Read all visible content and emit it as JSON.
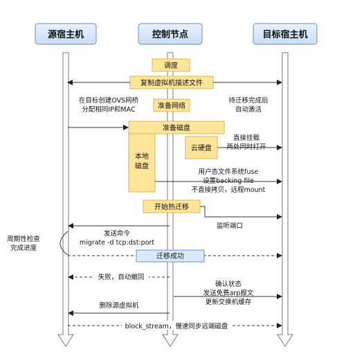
{
  "lanes": {
    "source": "源宿主机",
    "control": "控制节点",
    "target": "目标宿主机"
  },
  "steps": {
    "schedule": "调度",
    "copy_desc": "复制虚拟机描述文件",
    "prepare_network": "准备网络",
    "prepare_disk": "准备磁盘",
    "local_disk": [
      "本地",
      "磁盘"
    ],
    "cloud_disk": "云硬盘",
    "start_migration": "开始热迁移",
    "migration_success": "迁移成功"
  },
  "labels": {
    "create_ovs": [
      "在目标创建OVS网桥",
      "分配相同IP和MAC"
    ],
    "wait_activate": [
      "待迁移完成后",
      "自动激活"
    ],
    "direct_mount": [
      "直接挂载",
      "两处同时打开"
    ],
    "fuse": [
      "用户态文件系统fuse",
      "设置backing file",
      "不直接拷贝，远程mount"
    ],
    "listen_port": "监听端口",
    "send_command": [
      "发送命令",
      "migrate -d tcp:dst:port"
    ],
    "periodic_check": [
      "周期性检查",
      "完成进度"
    ],
    "fail_rollback": "失败，自动撤回",
    "confirm_state": [
      "确认状态",
      "发送免费arp报文",
      "更新交换机缓存"
    ],
    "delete_source": "删除源虚拟机",
    "block_stream": "block_stream，慢速同步远端磁盘"
  },
  "colors": {
    "lane_header": "#dae8fc",
    "lane_border": "#6c8ebf",
    "step_fill": "#ffe599",
    "step_border": "#d6b656",
    "success_fill": "#dae8fc",
    "line": "#333333"
  }
}
